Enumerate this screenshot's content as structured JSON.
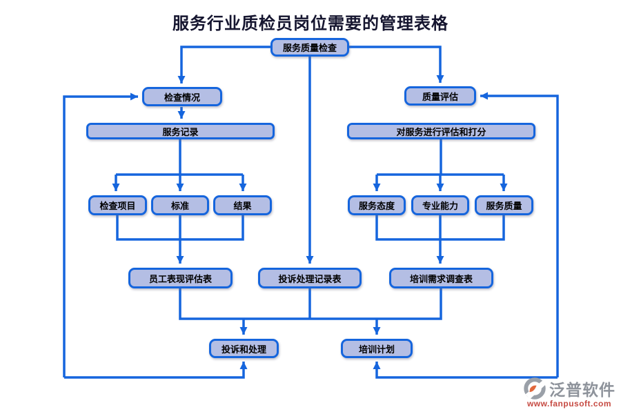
{
  "title": "服务行业质检员岗位需要的管理表格",
  "colors": {
    "line": "#1565dd",
    "node_fill": "#b4bee4",
    "node_border": "#1565dd",
    "title_text": "#15152f",
    "logo_gray": "#8e939b",
    "logo_red": "#c64a42",
    "logo_accent": "#e2683c"
  },
  "nodes": {
    "root": "服务质量检查",
    "inspect_status": "检查情况",
    "quality_eval": "质量评估",
    "service_record": "服务记录",
    "eval_and_score": "对服务进行评估和打分",
    "check_items": "检查项目",
    "standard": "标准",
    "result": "结果",
    "service_attitude": "服务态度",
    "professional_ability": "专业能力",
    "service_quality": "服务质量",
    "perf_eval_form": "员工表现评估表",
    "complaint_record_form": "投诉处理记录表",
    "training_survey_form": "培训需求调查表",
    "complaint_handling": "投诉和处理",
    "training_plan": "培训计划"
  },
  "edges": [
    "服务质量检查 → 检查情况",
    "服务质量检查 → 质量评估",
    "服务质量检查 → 投诉处理记录表",
    "检查情况 → 服务记录",
    "服务记录 → 检查项目",
    "服务记录 → 标准",
    "服务记录 → 结果",
    "检查项目/标准/结果 → 员工表现评估表",
    "质量评估 → 对服务进行评估和打分",
    "对服务进行评估和打分 → 服务态度",
    "对服务进行评估和打分 → 专业能力",
    "对服务进行评估和打分 → 服务质量",
    "服务态度/专业能力/服务质量 → 培训需求调查表",
    "员工表现评估表/投诉处理记录表 → 投诉和处理",
    "投诉处理记录表/培训需求调查表 → 培训计划",
    "投诉和处理 ↔ 检查情况",
    "培训计划 ↔ 质量评估"
  ],
  "logo": {
    "name": "泛普软件",
    "url": "www.fanpusoft.com"
  }
}
